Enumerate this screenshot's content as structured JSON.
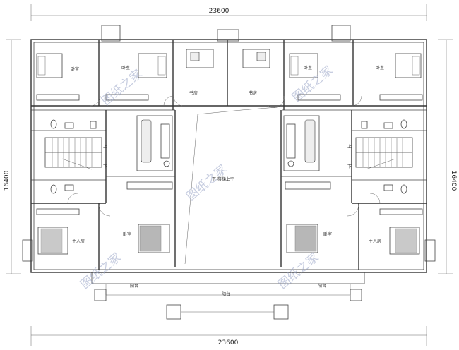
{
  "dimensions": {
    "top_width": "23600",
    "bottom_width": "23600",
    "left_height": "16400",
    "right_height": "16400"
  },
  "rooms": {
    "bedroom": "卧室",
    "study": "书房",
    "master_bedroom": "主人房",
    "balcony": "阳台",
    "stair_up": "上",
    "stair_down": "下",
    "stair_label": "下 楼梯上空"
  },
  "watermark": "图纸之家",
  "colors": {
    "line": "#333333",
    "watermark": "#9aa6c8"
  }
}
